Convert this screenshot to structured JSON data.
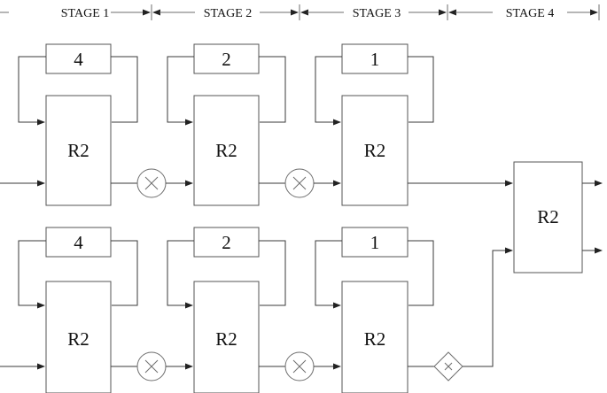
{
  "stages": [
    "STAGE 1",
    "STAGE 2",
    "STAGE 3",
    "STAGE 4"
  ],
  "rows": [
    {
      "blocks": [
        {
          "label": "R2",
          "feedback": "4"
        },
        {
          "label": "R2",
          "feedback": "2"
        },
        {
          "label": "R2",
          "feedback": "1"
        }
      ],
      "junctions": [
        "multiply",
        "multiply"
      ]
    },
    {
      "blocks": [
        {
          "label": "R2",
          "feedback": "4"
        },
        {
          "label": "R2",
          "feedback": "2"
        },
        {
          "label": "R2",
          "feedback": "1"
        }
      ],
      "junctions": [
        "multiply",
        "multiply",
        "multiply-diamond"
      ]
    }
  ],
  "final_block": {
    "label": "R2"
  },
  "icons": {
    "multiplier": "circled-times-icon",
    "diamond_multiplier": "diamond-times-icon",
    "arrow": "arrowhead-icon"
  },
  "colors": {
    "line": "#3a3a3a",
    "box_stroke": "#555555",
    "background": "#ffffff"
  }
}
